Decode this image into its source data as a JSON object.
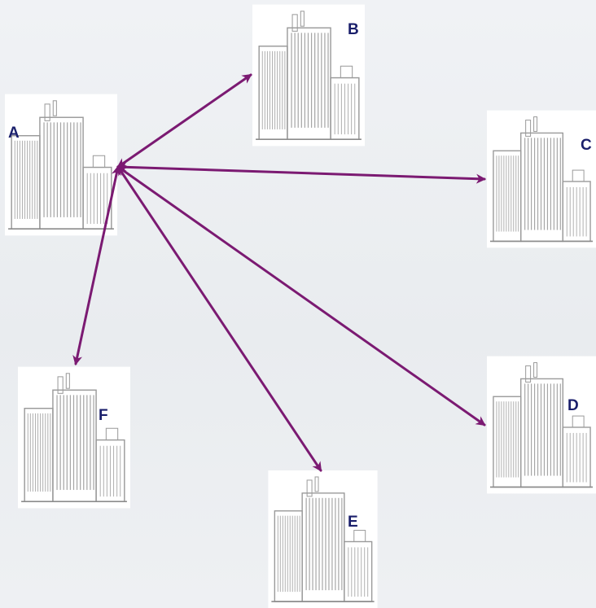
{
  "diagram": {
    "hub": "A",
    "nodes": [
      {
        "id": "A",
        "label": "A",
        "icon": "office-building-icon"
      },
      {
        "id": "B",
        "label": "B",
        "icon": "office-building-icon"
      },
      {
        "id": "C",
        "label": "C",
        "icon": "office-building-icon"
      },
      {
        "id": "D",
        "label": "D",
        "icon": "office-building-icon"
      },
      {
        "id": "E",
        "label": "E",
        "icon": "office-building-icon"
      },
      {
        "id": "F",
        "label": "F",
        "icon": "office-building-icon"
      }
    ],
    "edges": [
      {
        "from": "A",
        "to": "B",
        "direction": "both"
      },
      {
        "from": "A",
        "to": "C",
        "direction": "both"
      },
      {
        "from": "A",
        "to": "D",
        "direction": "both"
      },
      {
        "from": "A",
        "to": "E",
        "direction": "both"
      },
      {
        "from": "A",
        "to": "F",
        "direction": "both"
      }
    ],
    "colors": {
      "arrow": "#7b1a72",
      "label": "#1a1f6b",
      "building_line": "#9a9a9a",
      "building_bg": "#ffffff"
    }
  }
}
